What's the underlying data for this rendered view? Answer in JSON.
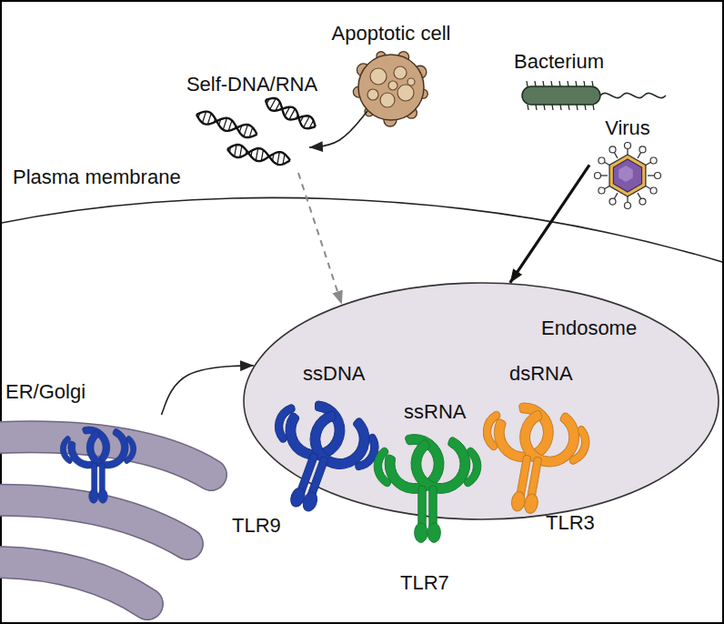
{
  "diagram": {
    "nodes": [
      {
        "text": [
          "Apoptotic cell"
        ]
      },
      {
        "text": [
          "Self-DNA/RNA"
        ]
      },
      {
        "text": [
          "Bacterium"
        ]
      },
      {
        "text": [
          "Virus"
        ]
      },
      {
        "text": [
          "Endosome"
        ]
      },
      {
        "text": [
          "ER/Golgi"
        ]
      }
    ],
    "edges": [
      {
        "from": 0,
        "to": 1,
        "arrow": "to"
      },
      {
        "from": 1,
        "to": 4,
        "arrow": "to"
      },
      {
        "from": 3,
        "to": 4,
        "arrow": "to"
      },
      {
        "from": 5,
        "to": 4,
        "arrow": "to"
      }
    ],
    "labels": [
      "Plasma membrane",
      "ssDNA",
      "ssRNA",
      "dsRNA",
      "TLR9",
      "TLR7",
      "TLR3"
    ]
  }
}
